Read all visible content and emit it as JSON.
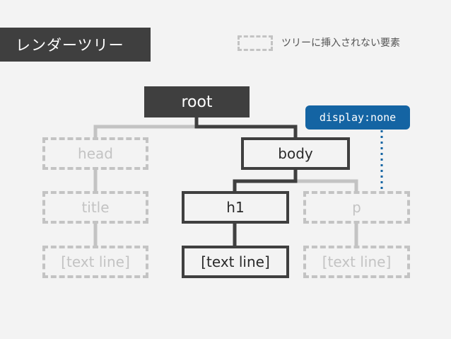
{
  "header": {
    "title": "レンダーツリー"
  },
  "legend": {
    "label": "ツリーに挿入されない要素"
  },
  "nodes": {
    "root": "root",
    "head": "head",
    "body": "body",
    "title": "title",
    "h1": "h1",
    "p": "p",
    "text_title": "[text line]",
    "text_h1": "[text line]",
    "text_p": "[text line]"
  },
  "annotation": {
    "label": "display:none"
  },
  "colors": {
    "rendered": "#3f3f3f",
    "not_inserted": "#c3c3c3",
    "annotation": "#1464a3",
    "background": "#f3f3f3"
  }
}
